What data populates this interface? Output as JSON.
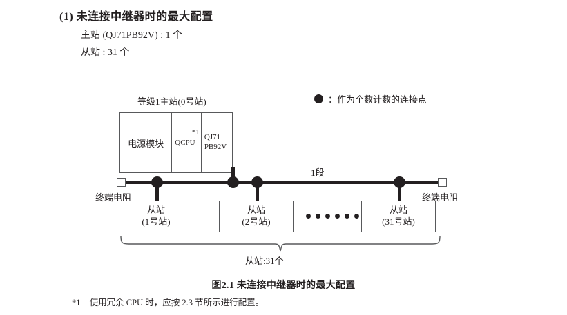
{
  "heading": {
    "title": "(1) 未连接中继器时的最大配置",
    "spec_master": "主站 (QJ71PB92V) : 1 个",
    "spec_slave": "从站 : 31 个"
  },
  "legend": {
    "symbol": "legend-dot",
    "text": "：作为个数计数的连接点"
  },
  "diagram": {
    "master_label": "等级1主站(0号站)",
    "master_rack": {
      "power_module": "电源模块",
      "cpu": "QCPU",
      "cpu_note": "*1",
      "network_line1": "QJ71",
      "network_line2": "PB92V"
    },
    "segment_label": "1段",
    "terminator_left": "终端电阻",
    "terminator_right": "终端电阻",
    "slaves": [
      {
        "name": "从站",
        "station": "(1号站)"
      },
      {
        "name": "从站",
        "station": "(2号站)"
      },
      {
        "name": "从站",
        "station": "(31号站)"
      }
    ],
    "ellipsis_count": 6,
    "brace_label": "从站:31个"
  },
  "caption": "图2.1  未连接中继器时的最大配置",
  "footnote": {
    "mark": "*1",
    "text": "使用冗余 CPU 时，应按 2.3 节所示进行配置。"
  },
  "colors": {
    "ink": "#231f20",
    "line": "#58595b",
    "background": "#ffffff"
  }
}
